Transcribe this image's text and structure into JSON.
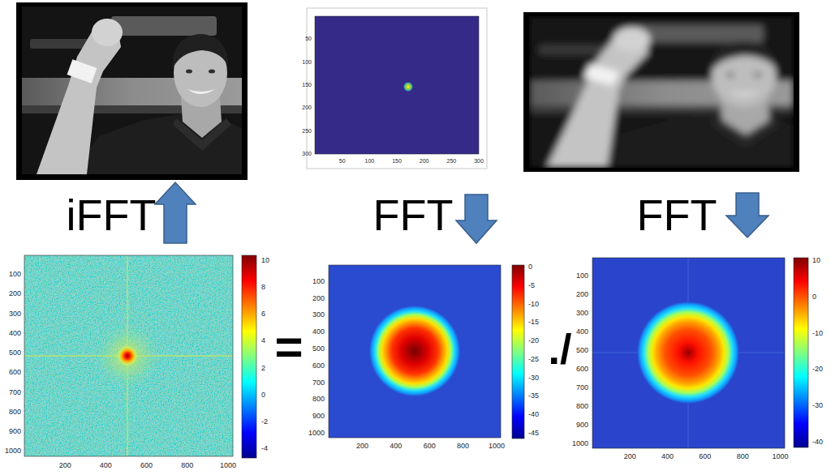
{
  "diagram": {
    "labels": [
      "50",
      "100",
      "150",
      "200",
      "250",
      "300",
      "50",
      "100",
      "150",
      "200",
      "250",
      "300",
      "iFFT",
      "FFT",
      "FFT",
      "100",
      "200",
      "300",
      "400",
      "500",
      "600",
      "700",
      "800",
      "900",
      "1000",
      "200",
      "400",
      "600",
      "800",
      "1000",
      "10",
      "8",
      "6",
      "4",
      "2",
      "0",
      "-2",
      "-4",
      "=",
      "100",
      "200",
      "300",
      "400",
      "500",
      "600",
      "700",
      "800",
      "900",
      "1000",
      "200",
      "400",
      "600",
      "800",
      "1000",
      "0",
      "-5",
      "-10",
      "-15",
      "-20",
      "-25",
      "-30",
      "-35",
      "-40",
      "-45",
      "./",
      "100",
      "200",
      "300",
      "400",
      "500",
      "600",
      "700",
      "800",
      "900",
      "1000",
      "200",
      "400",
      "600",
      "800",
      "1000",
      "10",
      "0",
      "-10",
      "-20",
      "-30",
      "-40"
    ]
  }
}
